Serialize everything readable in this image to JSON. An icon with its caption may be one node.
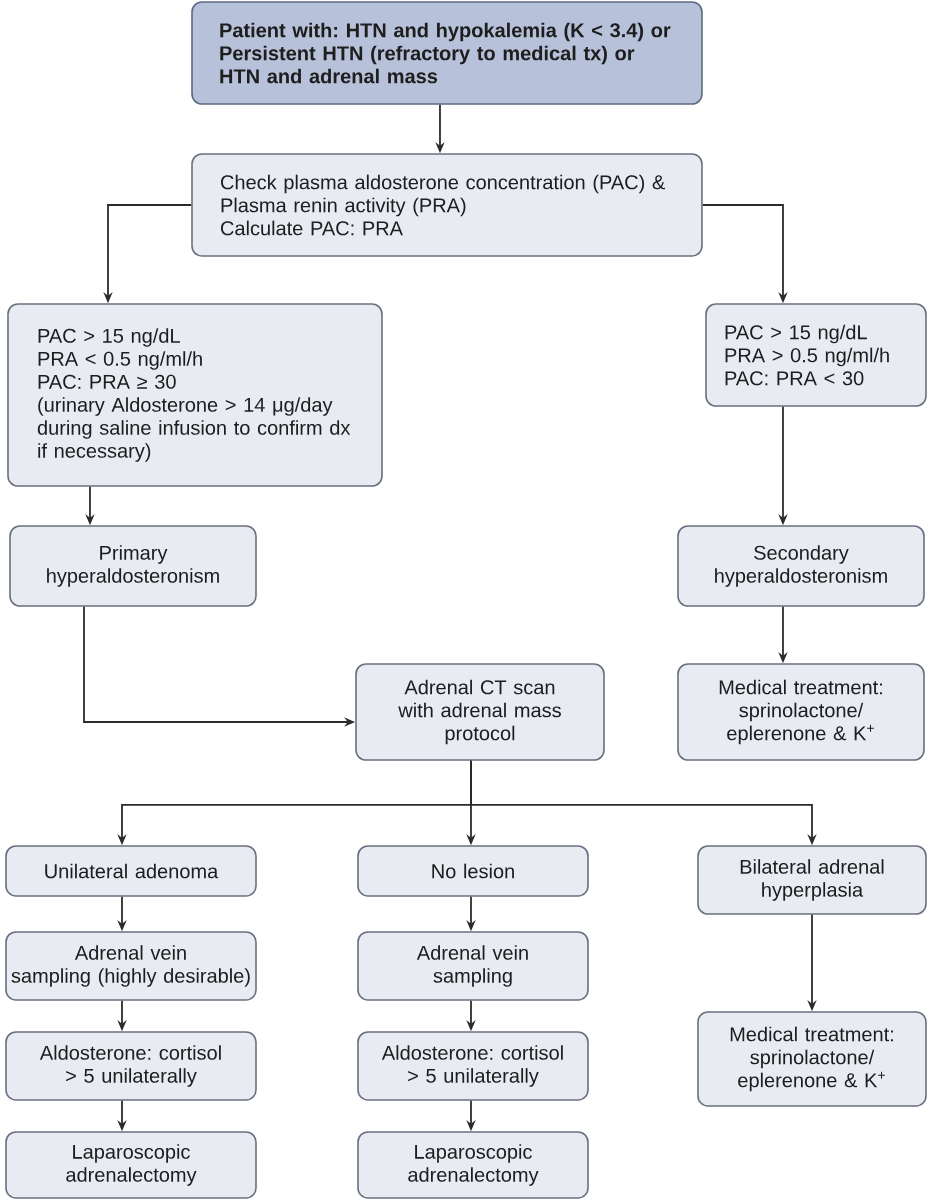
{
  "diagram": {
    "nodes": [
      {
        "text": [
          "Patient with: HTN and hypokalemia (K < 3.4) or Persistent HTN (refractory to medical tx) or HTN and adrenal mass"
        ]
      },
      {
        "text": [
          "Check plasma aldosterone concentration (PAC) & Plasma renin activity (PRA)",
          "Calculate PAC: PRA"
        ]
      },
      {
        "text": [
          "PAC > 15 ng/dL",
          "PRA < 0.5 ng/ml/h",
          "PAC: PRA ≥ 30",
          "(urinary Aldosterone > 14 μg/day during saline infusion to confirm dx if necessary)"
        ]
      },
      {
        "text": [
          "PAC > 15 ng/dL",
          "PRA > 0.5 ng/ml/h",
          "PAC: PRA < 30"
        ]
      },
      {
        "text": [
          "Primary hyperaldosteronism"
        ]
      },
      {
        "text": [
          "Secondary hyperaldosteronism"
        ]
      },
      {
        "text": [
          "Adrenal CT scan with adrenal mass protocol"
        ]
      },
      {
        "text": [
          "Medical treatment: sprinolactone/ eplerenone & K$^{+}$"
        ]
      },
      {
        "text": [
          "Unilateral adenoma"
        ]
      },
      {
        "text": [
          "No lesion"
        ]
      },
      {
        "text": [
          "Bilateral adrenal hyperplasia"
        ]
      },
      {
        "text": [
          "Adrenal vein sampling (highly desirable)"
        ]
      },
      {
        "text": [
          "Adrenal vein sampling"
        ]
      },
      {
        "text": [
          "Medical treatment: sprinolactone/ eplerenone & K$^{+}$"
        ]
      },
      {
        "text": [
          "Aldosterone: cortisol > 5 unilaterally"
        ]
      },
      {
        "text": [
          "Aldosterone: cortisol > 5 unilaterally"
        ]
      },
      {
        "text": [
          "Laparoscopic adrenalectomy"
        ]
      },
      {
        "text": [
          "Laparoscopic adrenalectomy"
        ]
      }
    ],
    "edges": [
      {
        "from": 0,
        "to": 1,
        "arrow": "to"
      },
      {
        "from": 1,
        "to": 2,
        "arrow": "to"
      },
      {
        "from": 1,
        "to": 3,
        "arrow": "to"
      },
      {
        "from": 2,
        "to": 4,
        "arrow": "to"
      },
      {
        "from": 3,
        "to": 5,
        "arrow": "to"
      },
      {
        "from": 4,
        "to": 6,
        "arrow": "to"
      },
      {
        "from": 5,
        "to": 7,
        "arrow": "to"
      },
      {
        "from": 6,
        "to": 8,
        "arrow": "to"
      },
      {
        "from": 6,
        "to": 9,
        "arrow": "to"
      },
      {
        "from": 6,
        "to": 10,
        "arrow": "to"
      },
      {
        "from": 8,
        "to": 11,
        "arrow": "to"
      },
      {
        "from": 11,
        "to": 14,
        "arrow": "to"
      },
      {
        "from": 14,
        "to": 16,
        "arrow": "to"
      },
      {
        "from": 9,
        "to": 12,
        "arrow": "to"
      },
      {
        "from": 12,
        "to": 15,
        "arrow": "to"
      },
      {
        "from": 15,
        "to": 17,
        "arrow": "to"
      },
      {
        "from": 10,
        "to": 13,
        "arrow": "to"
      }
    ]
  }
}
